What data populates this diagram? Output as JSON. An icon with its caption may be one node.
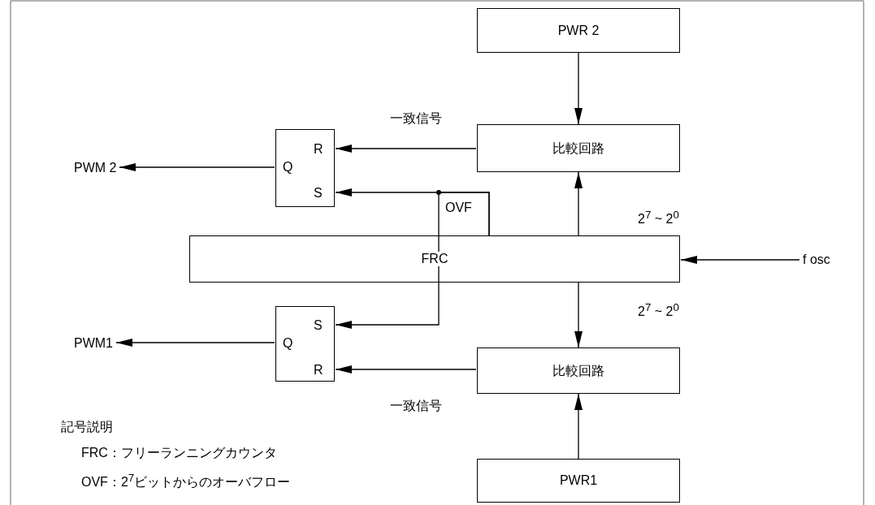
{
  "diagram": {
    "nodes": [
      {
        "text": [
          "PWR 2"
        ]
      },
      {
        "text": [
          "比較回路"
        ]
      },
      {
        "text": [
          "R",
          "Q",
          "S"
        ]
      },
      {
        "text": [
          "PWM 2"
        ]
      },
      {
        "text": [
          "FRC"
        ]
      },
      {
        "text": [
          "f osc"
        ]
      },
      {
        "text": [
          "S",
          "Q",
          "R"
        ]
      },
      {
        "text": [
          "PWM1"
        ]
      },
      {
        "text": [
          "比較回路"
        ]
      },
      {
        "text": [
          "PWR1"
        ]
      }
    ],
    "edges": [
      {
        "from": 0,
        "to": 1,
        "arrow": "to"
      },
      {
        "from": 1,
        "to": 2,
        "arrow": "to",
        "label": "一致信号"
      },
      {
        "from": 2,
        "to": 3,
        "arrow": "to"
      },
      {
        "from": 4,
        "to": 2,
        "arrow": "to",
        "label": "OVF"
      },
      {
        "from": 4,
        "to": 1,
        "arrow": "to",
        "label": "2$^{7}$ ~ 2$^{0}$"
      },
      {
        "from": 5,
        "to": 4,
        "arrow": "to"
      },
      {
        "from": 4,
        "to": 6,
        "arrow": "to"
      },
      {
        "from": 4,
        "to": 8,
        "arrow": "to",
        "label": "2$^{7}$ ~ 2$^{0}$"
      },
      {
        "from": 6,
        "to": 7,
        "arrow": "to"
      },
      {
        "from": 8,
        "to": 6,
        "arrow": "to",
        "label": "一致信号"
      },
      {
        "from": 9,
        "to": 8,
        "arrow": "to"
      }
    ],
    "labels": [
      "記号説明",
      "FRC：フリーランニングカウンタ",
      "OVF：2$^{7}$ビットからのオーバフロー"
    ]
  }
}
